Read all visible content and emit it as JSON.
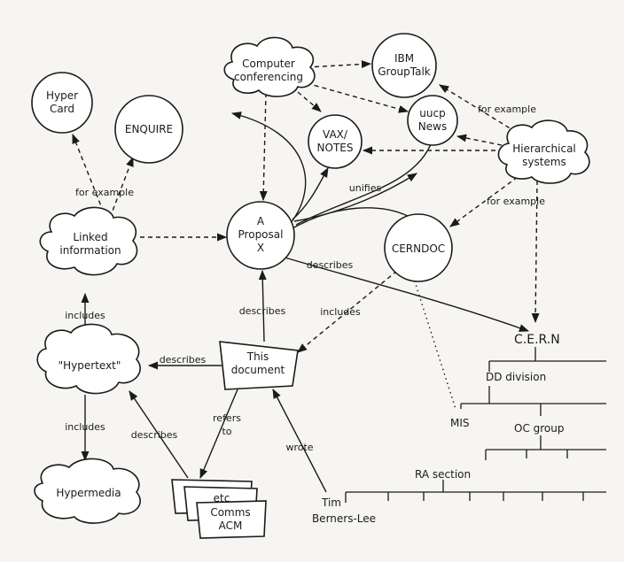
{
  "nodes": {
    "hypercard": [
      "Hyper",
      "Card"
    ],
    "enquire": [
      "ENQUIRE"
    ],
    "computer_conferencing": [
      "Computer",
      "conferencing"
    ],
    "ibm_grouptalk": [
      "IBM",
      "GroupTalk"
    ],
    "uucp_news": [
      "uucp",
      "News"
    ],
    "vax_notes": [
      "VAX/",
      "NOTES"
    ],
    "hierarchical_systems": [
      "Hierarchical",
      "systems"
    ],
    "proposal": [
      "A",
      "Proposal",
      "X"
    ],
    "linked_information": [
      "Linked",
      "information"
    ],
    "cerndoc": [
      "CERNDOC"
    ],
    "hypertext": [
      "\"Hypertext\""
    ],
    "this_document": [
      "This",
      "document"
    ],
    "hypermedia": [
      "Hypermedia"
    ],
    "comms_acm": [
      "Comms",
      "ACM"
    ],
    "etc": [
      "etc"
    ],
    "tim": [
      "Tim",
      "Berners-Lee"
    ]
  },
  "edges": {
    "for_example_left": "for example",
    "for_example_ibm": "for example",
    "for_example_cern": "for example",
    "unifies": "unifies",
    "describes_proposal": "describes",
    "describes_up": "describes",
    "includes_cerndoc": "includes",
    "describes_hypertext": "describes",
    "includes_top": "includes",
    "includes_bottom": "includes",
    "describes_acm": "describes",
    "refers_to": [
      "refers",
      "to"
    ],
    "wrote": "wrote"
  },
  "org": {
    "cern": "C.E.R.N",
    "dd": "DD division",
    "mis": "MIS",
    "oc": "OC group",
    "ra": "RA section"
  }
}
